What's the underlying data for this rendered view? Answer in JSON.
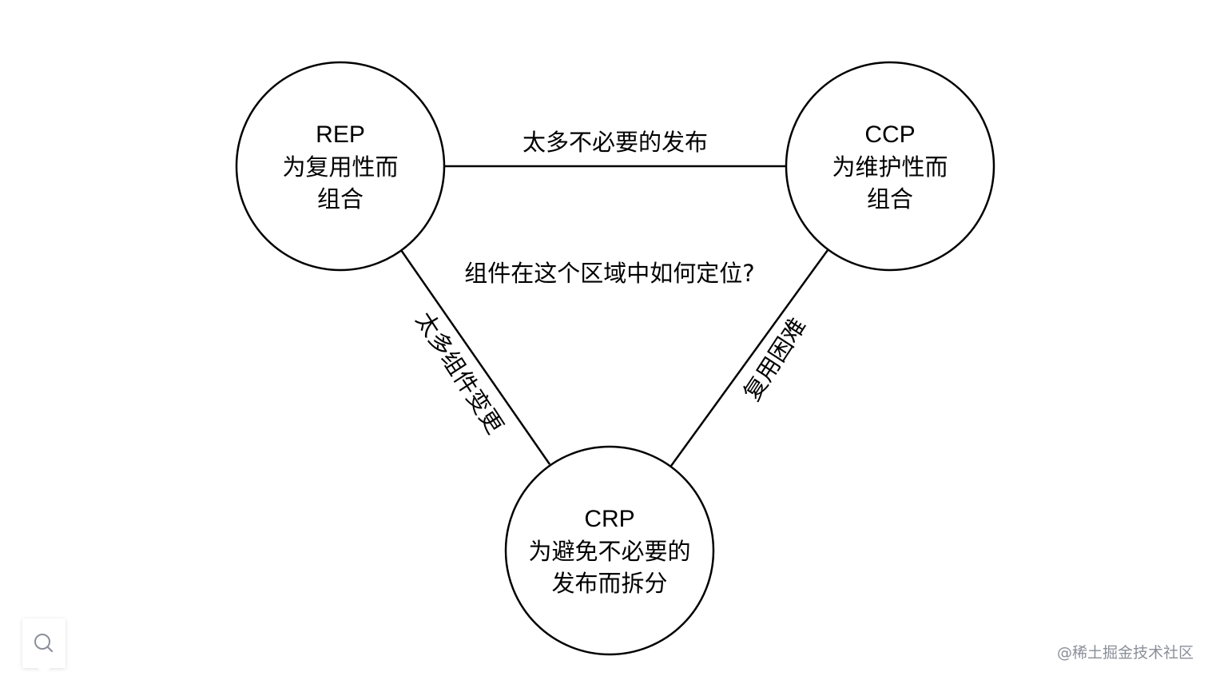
{
  "nodes": {
    "rep": {
      "title": "REP",
      "line1": "为复用性而",
      "line2": "组合"
    },
    "ccp": {
      "title": "CCP",
      "line1": "为维护性而",
      "line2": "组合"
    },
    "crp": {
      "title": "CRP",
      "line1": "为避免不必要的",
      "line2": "发布而拆分"
    }
  },
  "edges": {
    "top": "太多不必要的发布",
    "left": "太多组件变更",
    "right": "复用困难"
  },
  "center_question": "组件在这个区域中如何定位?",
  "zoom_icon": "magnifier-icon",
  "watermark": "@稀土掘金技术社区",
  "colors": {
    "stroke": "#000000",
    "background": "#ffffff",
    "watermark": "#8a8f99"
  }
}
